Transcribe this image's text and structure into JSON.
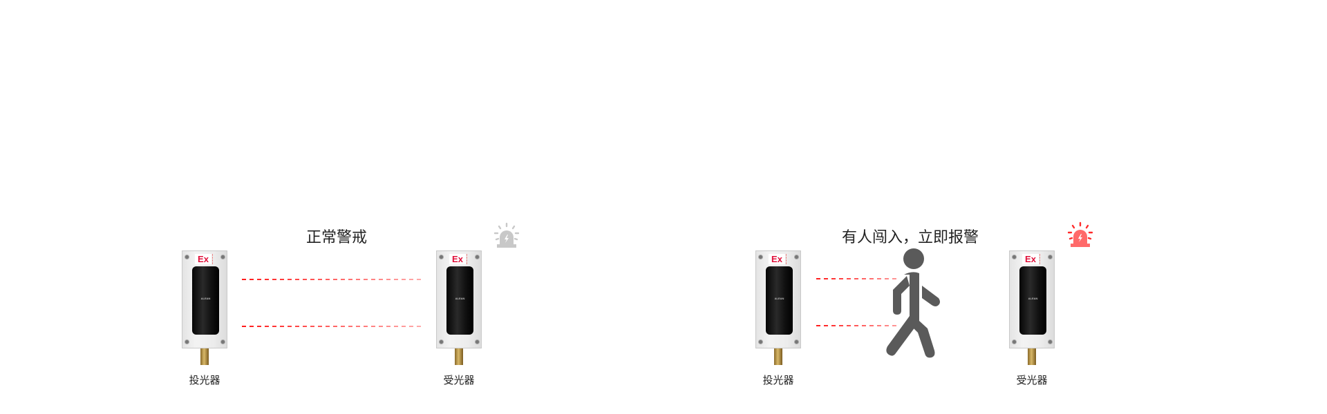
{
  "normal": {
    "title": "正常警戒",
    "emitter_label": "投光器",
    "receiver_label": "受光器",
    "device_badge": "Ex",
    "device_brand": "ALEAN",
    "alarm_icon": "alarm-light-icon",
    "alarm_color": "#c8c8c8",
    "beam_color": "#ff1a1a"
  },
  "intrusion": {
    "title": "有人闯入，立即报警",
    "emitter_label": "投光器",
    "receiver_label": "受光器",
    "device_badge": "Ex",
    "device_brand": "ALEAN",
    "alarm_icon": "alarm-light-icon",
    "alarm_color": "#ff5a5a",
    "person_icon": "walking-person-icon",
    "person_color": "#5a5a5a",
    "beam_color": "#ff1a1a"
  }
}
